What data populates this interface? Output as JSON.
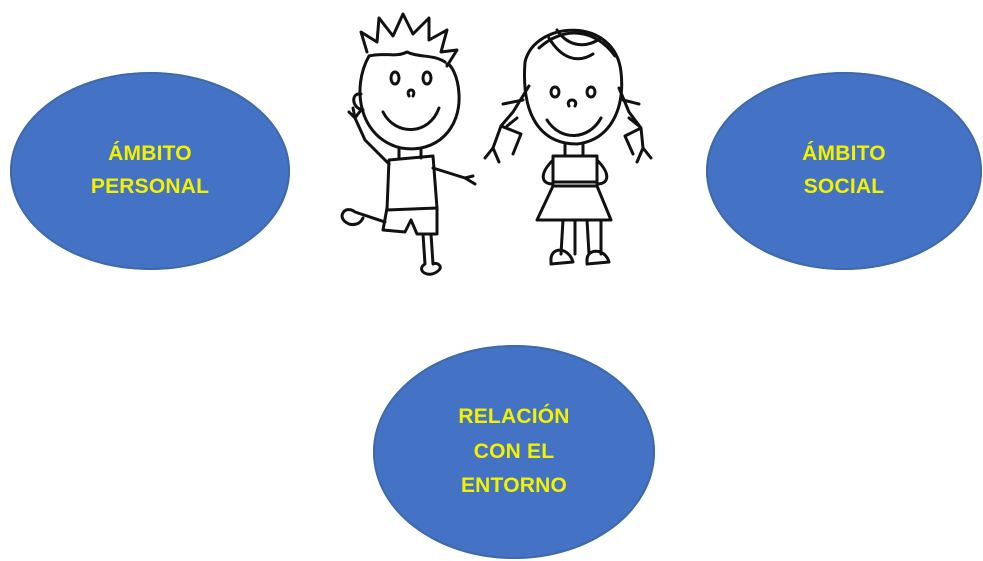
{
  "colors": {
    "ellipse_fill": "#4472c4",
    "label_text": "#f2f200",
    "line_art": "#111111"
  },
  "illustration": {
    "icon": "boy-and-girl-children-drawing"
  },
  "nodes": {
    "personal": {
      "lines": [
        "ÁMBITO",
        "PERSONAL"
      ]
    },
    "social": {
      "lines": [
        "ÁMBITO",
        "SOCIAL"
      ]
    },
    "entorno": {
      "lines": [
        "RELACIÓN",
        "CON EL",
        "ENTORNO"
      ]
    }
  }
}
